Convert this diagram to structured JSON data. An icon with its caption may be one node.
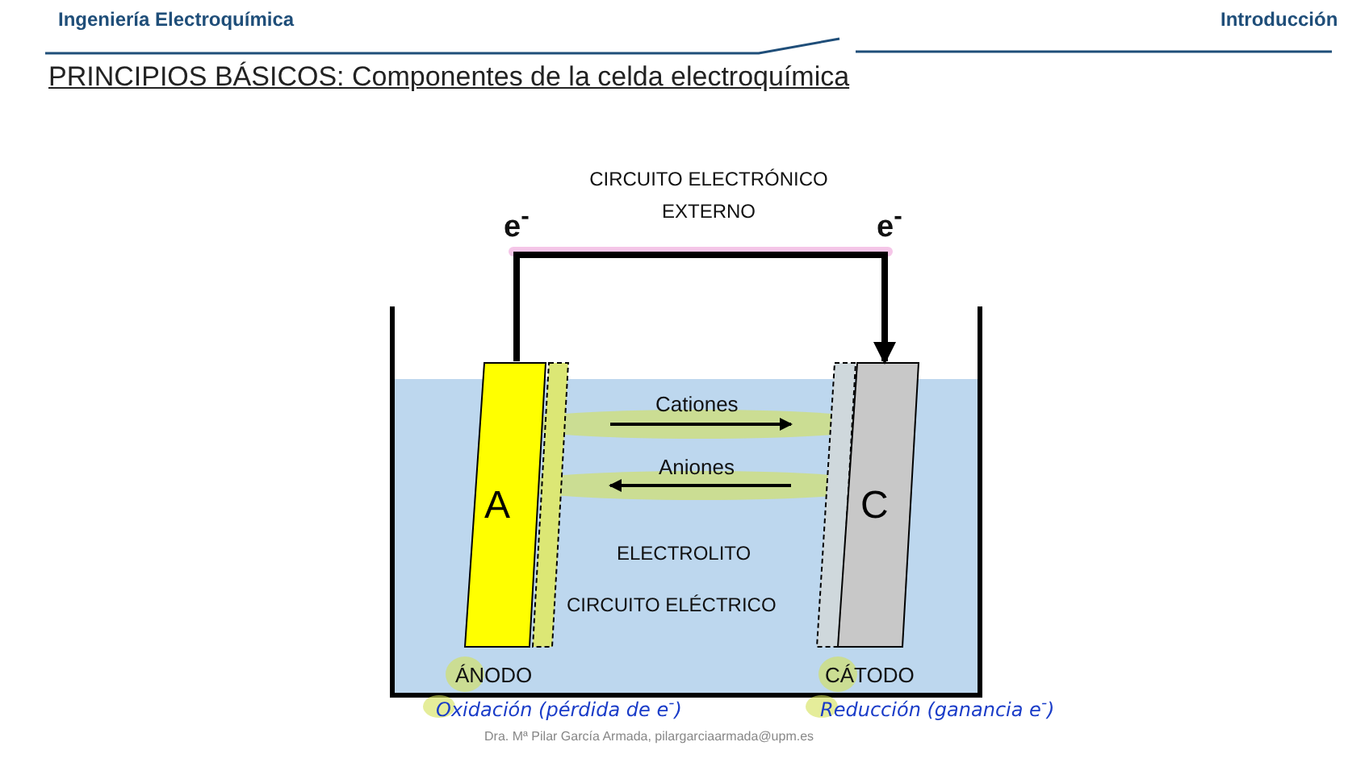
{
  "diagram": {
    "title": "PRINCIPIOS BÁSICOS: Componentes de la celda electroquímica",
    "nodes": [
      {
        "text": [
          "A"
        ],
        "beside": [
          "ÁNODO"
        ]
      },
      {
        "text": [
          "C"
        ],
        "beside": [
          "CÁTODO"
        ]
      }
    ],
    "edges": [
      {
        "from": 0,
        "to": 1,
        "arrow": "to"
      }
    ],
    "labels": [
      "Ingeniería Electroquímica",
      "Introducción",
      "CIRCUITO ELECTRÓNICO EXTERNO",
      "e$^{-}$",
      "e$^{-}$",
      "Cationes",
      "Aniones",
      "ELECTROLITO",
      "CIRCUITO ELÉCTRICO",
      "Oxidación (pérdida de e$^{-}$)",
      "Reducción (ganancia e$^{-}$)",
      "Dra. Mª Pilar García Armada, pilargarciaarmada@upm.es"
    ]
  }
}
